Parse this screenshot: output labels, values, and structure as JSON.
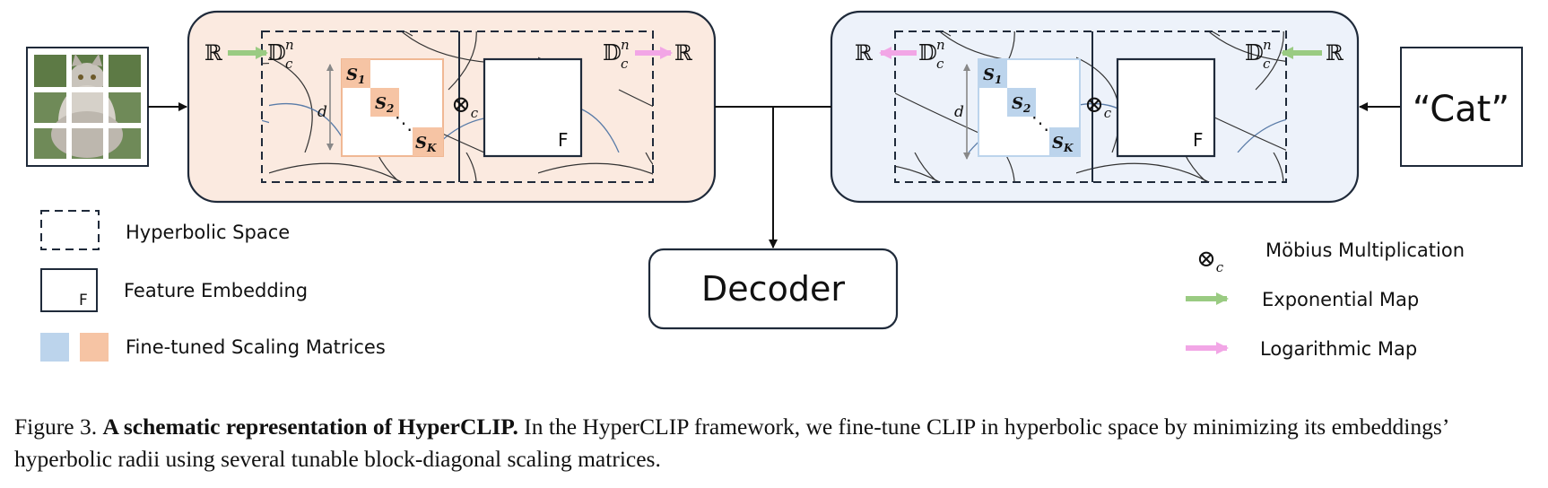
{
  "image_input": {
    "icon": "cat-photo-grid"
  },
  "image_encoder": {
    "real_in": "ℝ",
    "ball_in": "𝔻",
    "ball_sup": "n",
    "ball_sub": "c",
    "real_out": "ℝ",
    "ball_out": "𝔻",
    "dist": "d",
    "blocks": [
      {
        "main": "S",
        "sub": "1"
      },
      {
        "main": "S",
        "sub": "2"
      },
      {
        "main": "S",
        "sub": "K"
      }
    ],
    "dots": "⋱",
    "mobius": "⊗",
    "mobius_sub": "c",
    "feature": "F"
  },
  "text_encoder": {
    "real_out": "ℝ",
    "ball_out": "𝔻",
    "ball_sup": "n",
    "ball_sub": "c",
    "real_in": "ℝ",
    "ball_in": "𝔻",
    "dist": "d",
    "blocks": [
      {
        "main": "S",
        "sub": "1"
      },
      {
        "main": "S",
        "sub": "2"
      },
      {
        "main": "S",
        "sub": "K"
      }
    ],
    "dots": "⋱",
    "mobius": "⊗",
    "mobius_sub": "c",
    "feature": "F"
  },
  "text_input": {
    "label": "“Cat”"
  },
  "decoder": {
    "label": "Decoder"
  },
  "legend": {
    "hyperbolic_space": "Hyperbolic Space",
    "feature_embedding": "Feature Embedding",
    "feature_symbol": "F",
    "scaling_matrices": "Fine-tuned Scaling Matrices",
    "mobius_symbol": "⊗",
    "mobius_sub": "c",
    "mobius": "Möbius Multiplication",
    "exponential_map": "Exponential Map",
    "logarithmic_map": "Logarithmic Map"
  },
  "colors": {
    "image_panel": "#fbeae0",
    "text_panel": "#edf2fa",
    "orange_block": "#f6c4a4",
    "blue_block": "#bcd4ec",
    "green_arrow": "#9acb82",
    "pink_arrow": "#f2a6e6"
  },
  "caption": {
    "prefix": "Figure 3.",
    "bold": "A schematic representation of HyperCLIP.",
    "rest": "In the HyperCLIP framework, we fine-tune CLIP in hyperbolic space by minimizing its embeddings’ hyperbolic radii using several tunable block-diagonal scaling matrices."
  }
}
